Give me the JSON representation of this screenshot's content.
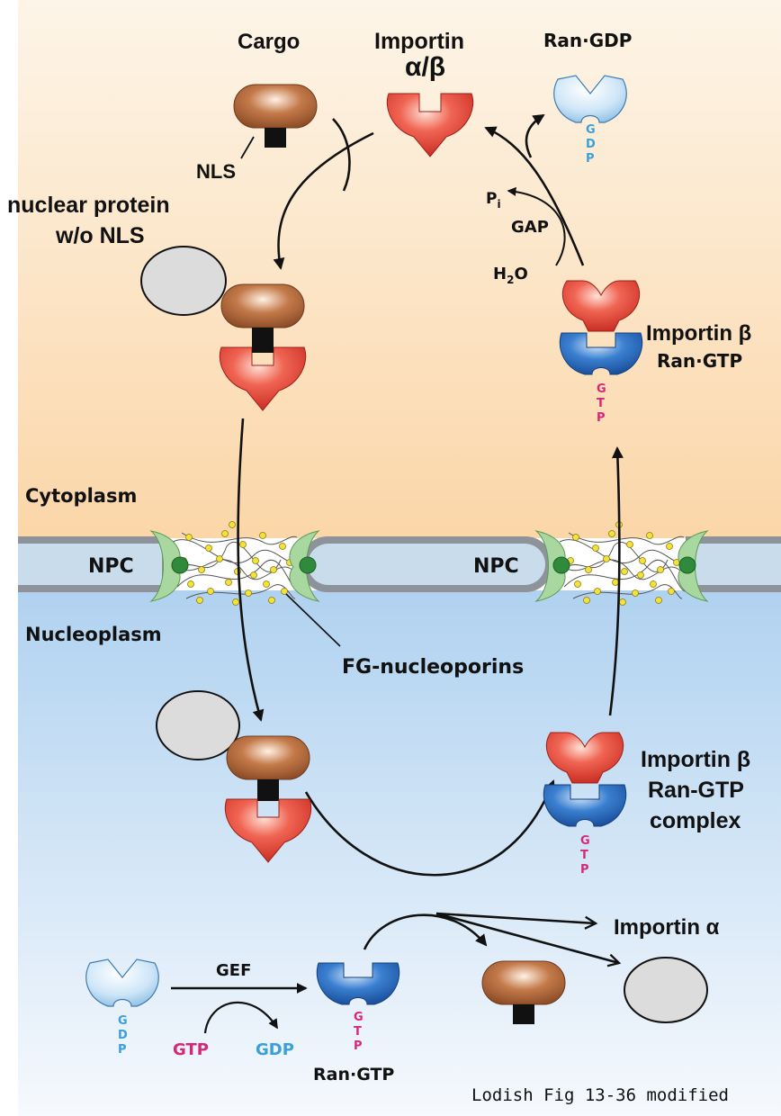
{
  "regions": {
    "cytoplasm": "Cytoplasm",
    "nucleoplasm": "Nucleoplasm",
    "npc": "NPC"
  },
  "labels": {
    "cargo": "Cargo",
    "importin_alpha_beta_word": "Importin",
    "importin_alpha_beta_symbol": "α/β",
    "ran_gdp_top": "Ran·GDP",
    "nls": "NLS",
    "nuclear_protein_line1": "nuclear protein",
    "nuclear_protein_line2": "w/o NLS",
    "pi_p": "P",
    "pi_i": "i",
    "gap": "GAP",
    "h2o_h": "H",
    "h2o_2": "2",
    "h2o_o": "O",
    "importin_beta_top": "Importin β",
    "ran_gtp_top": "Ran·GTP",
    "fg_nucleoporins": "FG-nucleoporins",
    "importin_beta_complex_1": "Importin β",
    "importin_beta_complex_2": "Ran-GTP",
    "importin_beta_complex_3": "complex",
    "importin_alpha": "Importin α",
    "gef": "GEF",
    "gtp_bottom": "GTP",
    "gdp_bottom": "GDP",
    "ran_gtp_bottom": "Ran·GTP",
    "credit": "Lodish Fig 13-36 modified"
  },
  "nucleotides": {
    "gdp": [
      "G",
      "D",
      "P"
    ],
    "gtp": [
      "G",
      "T",
      "P"
    ]
  },
  "colors": {
    "cytoplasm_top": "#fdf4e6",
    "cytoplasm_bottom": "#fbd8ad",
    "nucleoplasm_top": "#b3d4f1",
    "nucleoplasm_bottom": "#f5f9fd",
    "importin_red": "#e8453a",
    "cargo_brown": "#b3683d",
    "ran_gtp_blue": "#2f6fc0",
    "ran_gdp_lightblue": "#bcdcf3",
    "gdp_text": "#3aa0dc",
    "gtp_text": "#d6287a",
    "nucleoporin_green": "#2f8a3c"
  }
}
